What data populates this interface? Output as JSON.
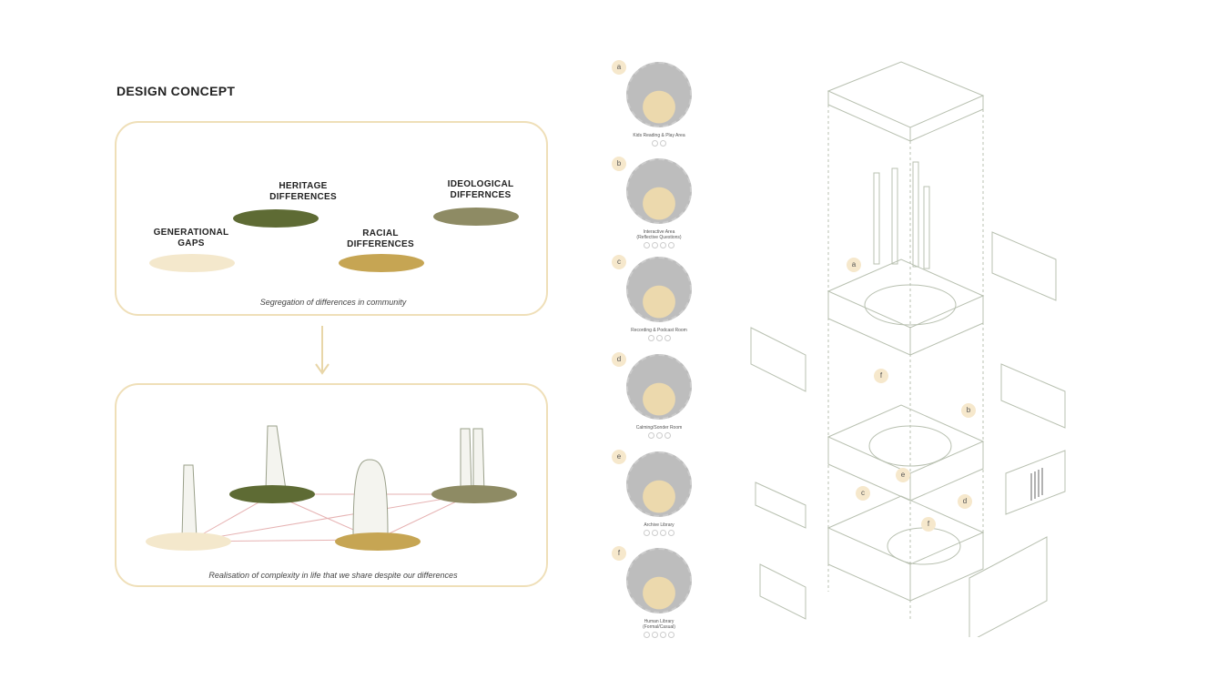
{
  "title": "DESIGN CONCEPT",
  "top_panel": {
    "labels": {
      "heritage": "HERITAGE\nDIFFERENCES",
      "ideological": "IDEOLOGICAL\nDIFFERNCES",
      "generational": "GENERATIONAL\nGAPS",
      "racial": "RACIAL\nDIFFERENCES"
    },
    "caption": "Segregation of differences in community"
  },
  "bottom_panel": {
    "caption": "Realisation of complexity in life that we share despite our differences"
  },
  "colors": {
    "heritage": "#5e6b34",
    "ideological": "#8e8b64",
    "racial": "#c6a553",
    "generational": "#f4e8cc",
    "border": "#efdfb8"
  },
  "spaces": [
    {
      "letter": "a",
      "name": "Kids Reading & Play Area",
      "dots": 2
    },
    {
      "letter": "b",
      "name": "Interactive Area\n(Reflective Questions)",
      "dots": 4
    },
    {
      "letter": "c",
      "name": "Recording & Podcast Room",
      "dots": 3
    },
    {
      "letter": "d",
      "name": "Calming/Sonder Room",
      "dots": 3
    },
    {
      "letter": "e",
      "name": "Archive Library",
      "dots": 4
    },
    {
      "letter": "f",
      "name": "Human Library\n(Formal/Casual)",
      "dots": 4
    }
  ],
  "axo_labels": [
    "a",
    "f",
    "b",
    "e",
    "c",
    "d",
    "f"
  ]
}
